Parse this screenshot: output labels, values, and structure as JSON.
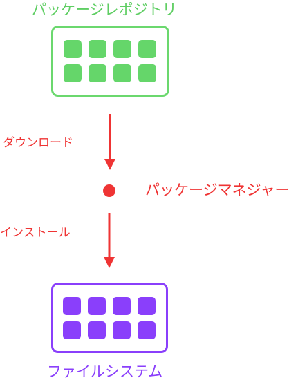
{
  "colors": {
    "repository": "#65d66a",
    "filesystem": "#8a3ffb",
    "accent": "#ef3434"
  },
  "repository": {
    "label": "パッケージレポジトリ",
    "item_count": 8
  },
  "manager": {
    "label": "パッケージマネジャー"
  },
  "filesystem": {
    "label": "ファイルシステム",
    "item_count": 8
  },
  "arrows": {
    "download_label": "ダウンロード",
    "install_label": "インストール"
  }
}
